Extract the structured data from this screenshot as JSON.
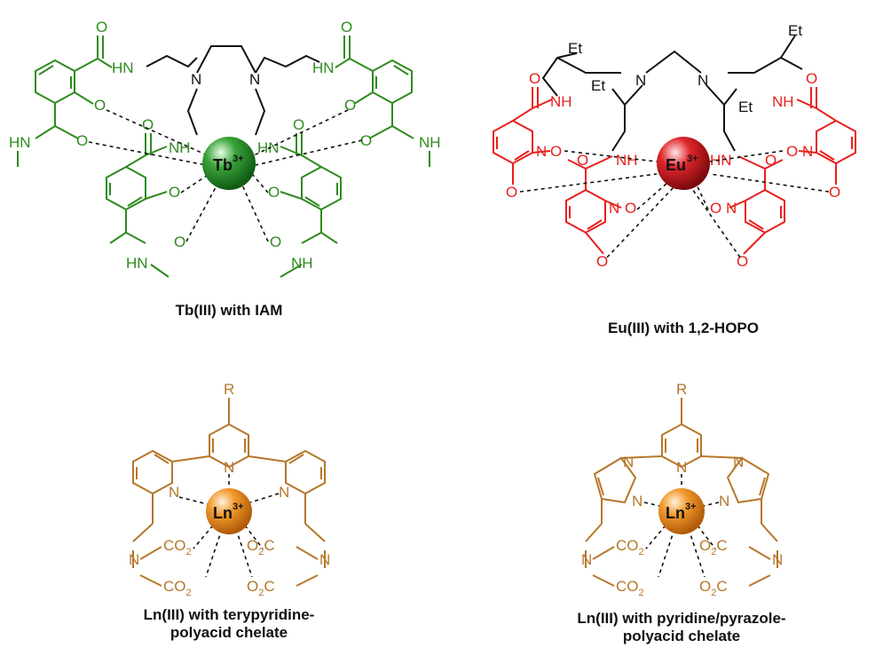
{
  "panels": [
    {
      "id": "tb-iam",
      "caption": "Tb(III) with IAM",
      "metal_symbol": "Tb",
      "metal_charge": "3+",
      "ligand_color": "#2e8b1e",
      "sphere_color": "#3aa33a",
      "labels": {
        "o": "O",
        "hn": "HN",
        "nh": "NH",
        "n": "N"
      }
    },
    {
      "id": "eu-hopo",
      "caption": "Eu(III) with 1,2-HOPO",
      "metal_symbol": "Eu",
      "metal_charge": "3+",
      "ligand_color": "#e8201c",
      "sphere_color": "#e0262b",
      "labels": {
        "o": "O",
        "nh": "NH",
        "hn": "HN",
        "n": "N",
        "et": "Et"
      }
    },
    {
      "id": "ln-terpy",
      "caption_lines": [
        "Ln(III) with terypyridine-",
        "polyacid chelate"
      ],
      "metal_symbol": "Ln",
      "metal_charge": "3+",
      "ligand_color": "#b5772a",
      "sphere_color": "#f29a2e",
      "labels": {
        "r": "R",
        "n": "N",
        "co2": "CO",
        "o2c": "O",
        "two": "2",
        "c": "C"
      }
    },
    {
      "id": "ln-pyrazole",
      "caption_lines": [
        "Ln(III) with pyridine/pyrazole-",
        "polyacid chelate"
      ],
      "metal_symbol": "Ln",
      "metal_charge": "3+",
      "ligand_color": "#b5772a",
      "sphere_color": "#f29a2e",
      "labels": {
        "r": "R",
        "n": "N",
        "co2": "CO",
        "o2c": "O",
        "two": "2",
        "c": "C"
      }
    }
  ]
}
